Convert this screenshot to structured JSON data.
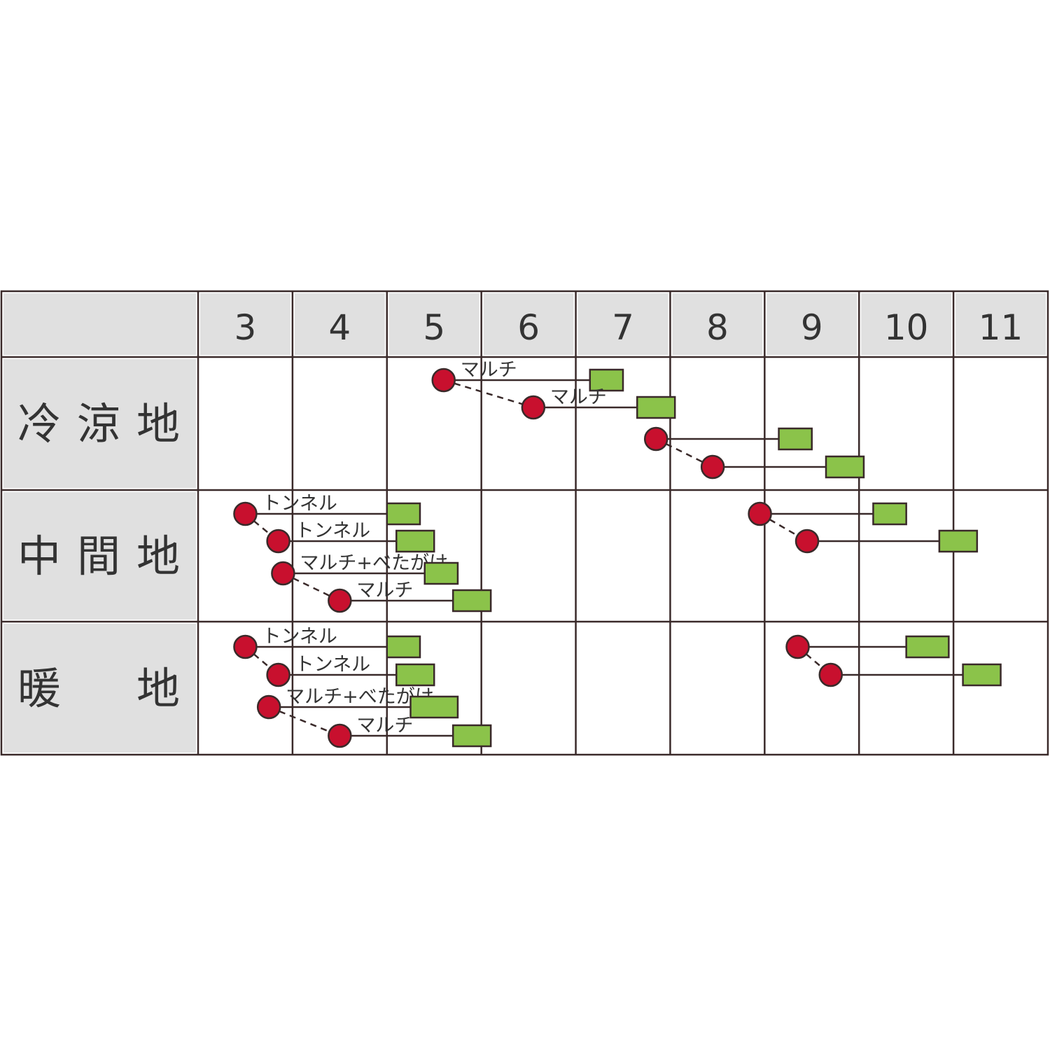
{
  "chart_data": {
    "type": "table",
    "months": [
      "3",
      "4",
      "5",
      "6",
      "7",
      "8",
      "9",
      "10",
      "11"
    ],
    "regions": [
      {
        "name": "冷涼地",
        "name_chars": [
          "冷",
          "涼",
          "地"
        ],
        "rows": [
          {
            "sow": 5.1,
            "harvest_start": 6.65,
            "harvest_end": 7.0,
            "label": "マルチ",
            "dash_to_next": true
          },
          {
            "sow": 6.05,
            "harvest_start": 7.15,
            "harvest_end": 7.55,
            "label": "マルチ",
            "dash_to_next": false
          },
          {
            "sow": 7.35,
            "harvest_start": 8.65,
            "harvest_end": 9.0,
            "label": "",
            "dash_to_next": true
          },
          {
            "sow": 7.95,
            "harvest_start": 9.15,
            "harvest_end": 9.55,
            "label": "",
            "dash_to_next": false
          }
        ]
      },
      {
        "name": "中間地",
        "name_chars": [
          "中",
          "間",
          "地"
        ],
        "rows": [
          {
            "sow": 3.0,
            "harvest_start": 4.5,
            "harvest_end": 4.85,
            "label": "トンネル",
            "dash_to_next": true
          },
          {
            "sow": 3.35,
            "harvest_start": 4.6,
            "harvest_end": 5.0,
            "label": "トンネル",
            "dash_to_next": false
          },
          {
            "sow": 8.45,
            "harvest_start": 9.65,
            "harvest_end": 10.0,
            "label": "",
            "dash_to_next": true
          },
          {
            "sow": 8.95,
            "harvest_start": 10.35,
            "harvest_end": 10.75,
            "label": "",
            "dash_to_next": false
          },
          {
            "sow": 3.4,
            "harvest_start": 4.9,
            "harvest_end": 5.25,
            "label": "マルチ+べたがけ",
            "dash_to_next": true
          },
          {
            "sow": 4.0,
            "harvest_start": 5.2,
            "harvest_end": 5.6,
            "label": "マルチ",
            "dash_to_next": false
          }
        ]
      },
      {
        "name": "暖地",
        "name_chars": [
          "暖",
          "",
          "地"
        ],
        "rows": [
          {
            "sow": 3.0,
            "harvest_start": 4.5,
            "harvest_end": 4.85,
            "label": "トンネル",
            "dash_to_next": true
          },
          {
            "sow": 3.35,
            "harvest_start": 4.6,
            "harvest_end": 5.0,
            "label": "トンネル",
            "dash_to_next": false
          },
          {
            "sow": 8.85,
            "harvest_start": 10.0,
            "harvest_end": 10.45,
            "label": "",
            "dash_to_next": true
          },
          {
            "sow": 9.2,
            "harvest_start": 10.6,
            "harvest_end": 11.0,
            "label": "",
            "dash_to_next": false
          },
          {
            "sow": 3.25,
            "harvest_start": 4.75,
            "harvest_end": 5.25,
            "label": "マルチ+べたがけ",
            "dash_to_next": true
          },
          {
            "sow": 4.0,
            "harvest_start": 5.2,
            "harvest_end": 5.6,
            "label": "マルチ",
            "dash_to_next": false
          }
        ]
      }
    ],
    "legend": [],
    "colors": {
      "sow_marker": "#c8102e",
      "harvest_bar": "#8bc34a",
      "header_bg": "#e0e0e0",
      "grid_line": "#3a2a2a",
      "text": "#333333"
    }
  }
}
